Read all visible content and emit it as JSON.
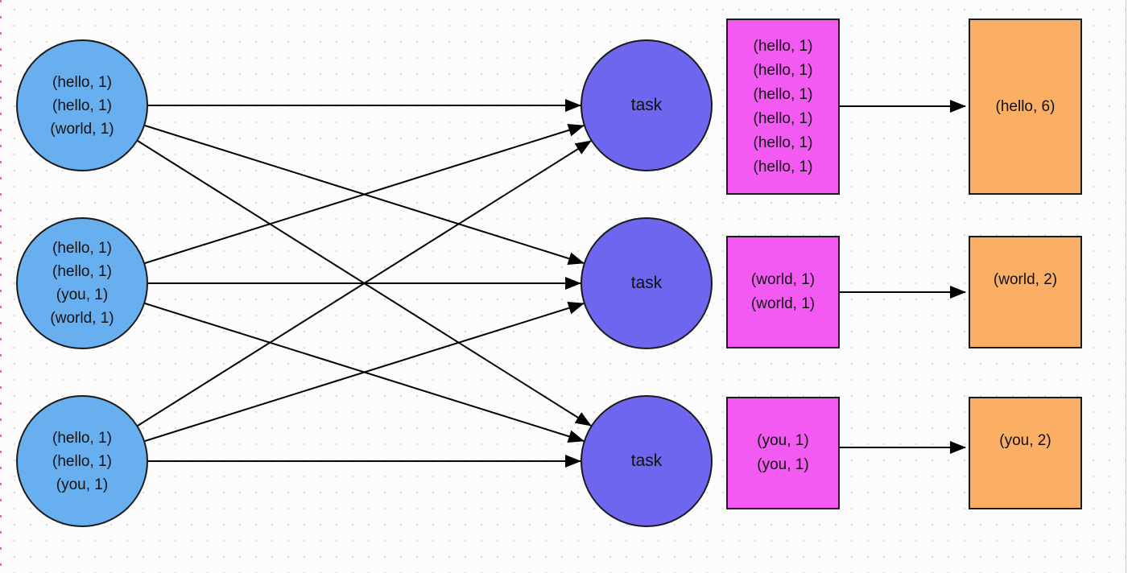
{
  "colors": {
    "map_node_fill": "#68AFF0",
    "task_node_fill": "#6E66EF",
    "shuffle_box_fill": "#F25AF2",
    "reduce_box_fill": "#FBAF64",
    "outline": "#1a1a1a",
    "arrow": "#000000"
  },
  "map_nodes": [
    {
      "lines": [
        "(hello, 1)",
        "(hello, 1)",
        "(world, 1)"
      ]
    },
    {
      "lines": [
        "(hello, 1)",
        "(hello, 1)",
        "(you, 1)",
        "(world, 1)"
      ]
    },
    {
      "lines": [
        "(hello, 1)",
        "(hello, 1)",
        "(you, 1)"
      ]
    }
  ],
  "task_nodes": [
    {
      "label": "task"
    },
    {
      "label": "task"
    },
    {
      "label": "task"
    }
  ],
  "shuffle_boxes": [
    {
      "lines": [
        "(hello, 1)",
        "(hello, 1)",
        "(hello, 1)",
        "(hello, 1)",
        "(hello, 1)",
        "(hello, 1)"
      ]
    },
    {
      "lines": [
        "(world, 1)",
        "(world, 1)"
      ]
    },
    {
      "lines": [
        "(you, 1)",
        "(you, 1)"
      ]
    }
  ],
  "reduce_boxes": [
    {
      "label": "(hello, 6)"
    },
    {
      "label": "(world, 2)"
    },
    {
      "label": "(you, 2)"
    }
  ],
  "edges": [
    {
      "from": "map-node-1",
      "to": "task-node-1"
    },
    {
      "from": "map-node-1",
      "to": "task-node-2"
    },
    {
      "from": "map-node-1",
      "to": "task-node-3"
    },
    {
      "from": "map-node-2",
      "to": "task-node-1"
    },
    {
      "from": "map-node-2",
      "to": "task-node-2"
    },
    {
      "from": "map-node-2",
      "to": "task-node-3"
    },
    {
      "from": "map-node-3",
      "to": "task-node-1"
    },
    {
      "from": "map-node-3",
      "to": "task-node-2"
    },
    {
      "from": "map-node-3",
      "to": "task-node-3"
    },
    {
      "from": "shuffle-box-1",
      "to": "reduce-box-1"
    },
    {
      "from": "shuffle-box-2",
      "to": "reduce-box-2"
    },
    {
      "from": "shuffle-box-3",
      "to": "reduce-box-3"
    }
  ]
}
